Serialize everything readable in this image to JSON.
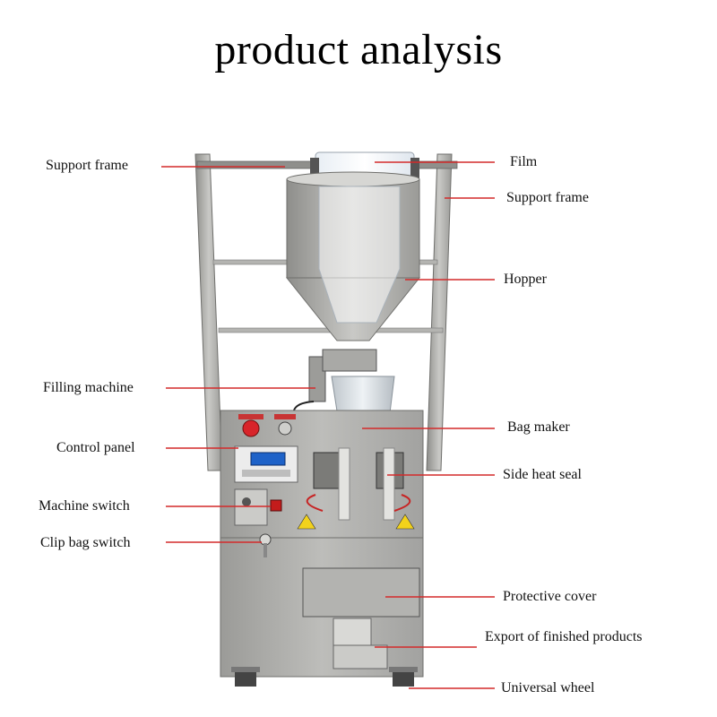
{
  "title": "product analysis",
  "labels": {
    "support_frame_left": "Support frame",
    "film": "Film",
    "support_frame_right": "Support frame",
    "hopper": "Hopper",
    "filling_machine": "Filling machine",
    "bag_maker": "Bag maker",
    "control_panel": "Control panel",
    "side_heat_seal": "Side heat seal",
    "machine_switch": "Machine switch",
    "clip_bag_switch": "Clip bag switch",
    "protective_cover": "Protective cover",
    "export_finished": "Export of finished products",
    "universal_wheel": "Universal wheel"
  },
  "colors": {
    "leader_line": "#d42a2a",
    "steel": "#a9a9a6",
    "steel_dark": "#6f6f6c"
  }
}
